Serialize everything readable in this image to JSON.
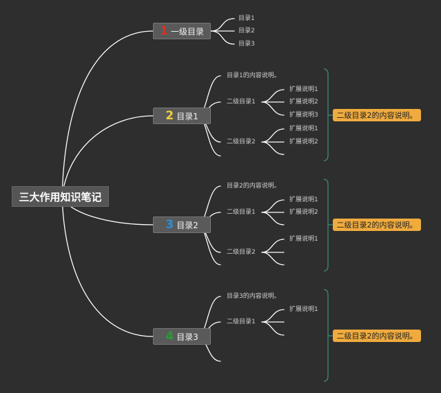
{
  "root": {
    "label": "三大作用知识笔记"
  },
  "branches": [
    {
      "number": "1",
      "number_color": "#d9302c",
      "label": "一级目录",
      "children": [
        "目录1",
        "目录2",
        "目录3"
      ]
    },
    {
      "number": "2",
      "number_color": "#f2d13c",
      "label": "目录1",
      "desc": "目录1的内容说明。",
      "sub1": {
        "label": "二级目录1",
        "leaves": [
          "扩展说明1",
          "扩展说明2",
          "扩展说明3"
        ]
      },
      "sub2": {
        "label": "二级目录2",
        "leaves": [
          "扩展说明1",
          "扩展说明2"
        ]
      },
      "note": "二级目录2的内容说明。"
    },
    {
      "number": "3",
      "number_color": "#2c8fd6",
      "label": "目录2",
      "desc": "目录2的内容说明。",
      "sub1": {
        "label": "二级目录1",
        "leaves": [
          "扩展说明1",
          "扩展说明2"
        ]
      },
      "sub2": {
        "label": "二级目录2",
        "leaves": [
          "扩展说明1"
        ]
      },
      "note": "二级目录2的内容说明。"
    },
    {
      "number": "4",
      "number_color": "#2a9a3a",
      "label": "目录3",
      "desc": "目录3的内容说明。",
      "sub1": {
        "label": "二级目录1",
        "leaves": [
          "扩展说明1"
        ]
      },
      "note": "二级目录2的内容说明。"
    }
  ],
  "colors": {
    "background": "#2e2e2e",
    "line": "#ffffff",
    "bracket": "#3f8a78",
    "note_fill": "#f0ab3e"
  }
}
